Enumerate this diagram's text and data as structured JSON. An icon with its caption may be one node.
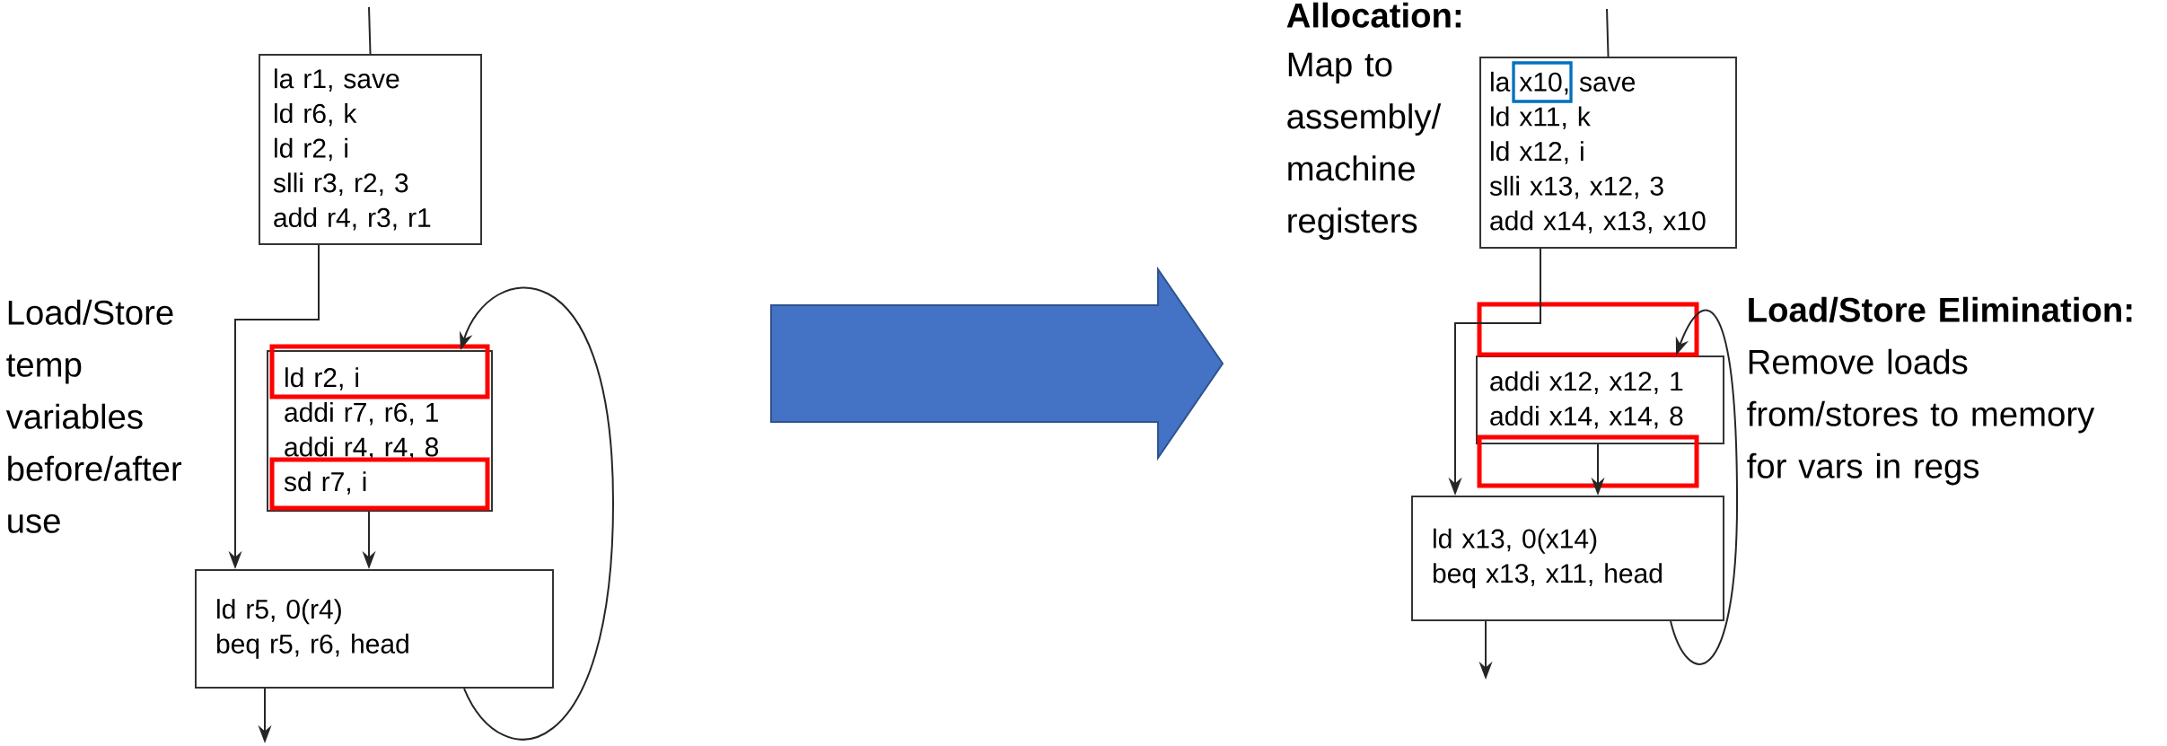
{
  "diagram": {
    "nodes": [
      {
        "text": [
          "la r1, save",
          "ld r6, k",
          "ld r2, i",
          "slli r3, r2, 3",
          "add r4, r3, r1"
        ]
      },
      {
        "text": [
          "ld r2, i",
          "addi r7, r6, 1",
          "addi r4, r4, 8",
          "sd r7, i"
        ]
      },
      {
        "text": [
          "ld r5, 0(r4)",
          "beq r5, r6, head"
        ]
      },
      {
        "text": [
          "la x10, save",
          "ld x11, k",
          "ld x12, i",
          "slli x13, x12, 3",
          "add x14, x13, x10"
        ]
      },
      {
        "text": [
          "addi x12, x12, 1",
          "addi x14, x14, 8"
        ]
      },
      {
        "text": [
          "ld x13, 0(x14)",
          "beq x13, x11, head"
        ]
      }
    ],
    "edges": [
      {
        "from": null,
        "to": 0,
        "arrow": "none"
      },
      {
        "from": 0,
        "to": 2,
        "arrow": "to"
      },
      {
        "from": 1,
        "to": 2,
        "arrow": "to"
      },
      {
        "from": 2,
        "to": 1,
        "arrow": "to"
      },
      {
        "from": 2,
        "to": null,
        "arrow": "to"
      },
      {
        "from": null,
        "to": 3,
        "arrow": "none"
      },
      {
        "from": 3,
        "to": 5,
        "arrow": "to"
      },
      {
        "from": 4,
        "to": 5,
        "arrow": "to"
      },
      {
        "from": 5,
        "to": 4,
        "arrow": "to"
      },
      {
        "from": 5,
        "to": null,
        "arrow": "to"
      }
    ],
    "labels": [
      "Load/Store temp variables before/after use",
      "Allocation:",
      "Map to assembly/ machine registers",
      "Load/Store Elimination:",
      "Remove loads from/stores to memory for vars in regs"
    ]
  }
}
